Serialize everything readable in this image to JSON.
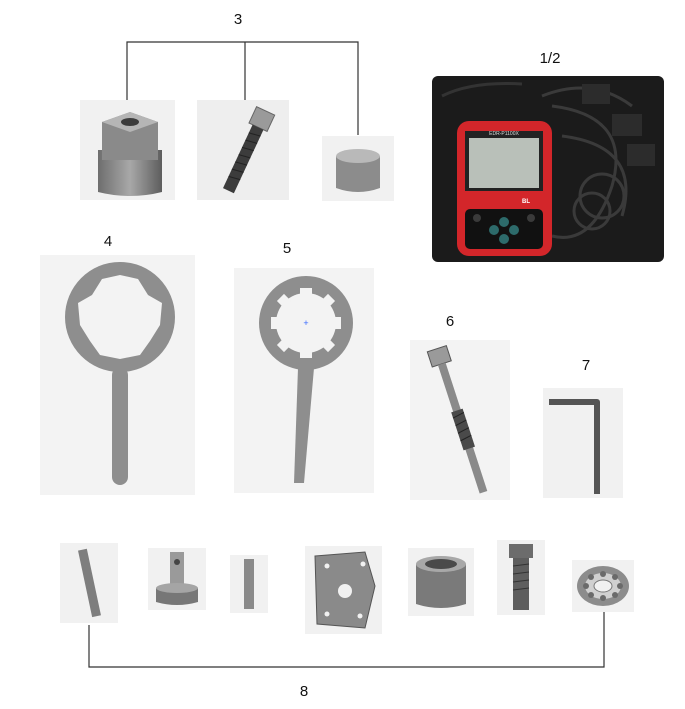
{
  "labels": {
    "tool_set_3": "3",
    "scanner_kit": "1/2",
    "wrench_a": "4",
    "wrench_b": "5",
    "long_bolt": "6",
    "hex_key": "7",
    "small_parts": "8"
  },
  "scanner": {
    "brand_text": "EDR-P1100X",
    "logo_text": "BL"
  },
  "colors": {
    "steel_dark": "#5a5a5a",
    "steel_mid": "#8e8e8e",
    "steel_light": "#c9c9c9",
    "scanner_red": "#d3262a",
    "case_black": "#1b1b1b",
    "bracket_line": "#333333"
  }
}
